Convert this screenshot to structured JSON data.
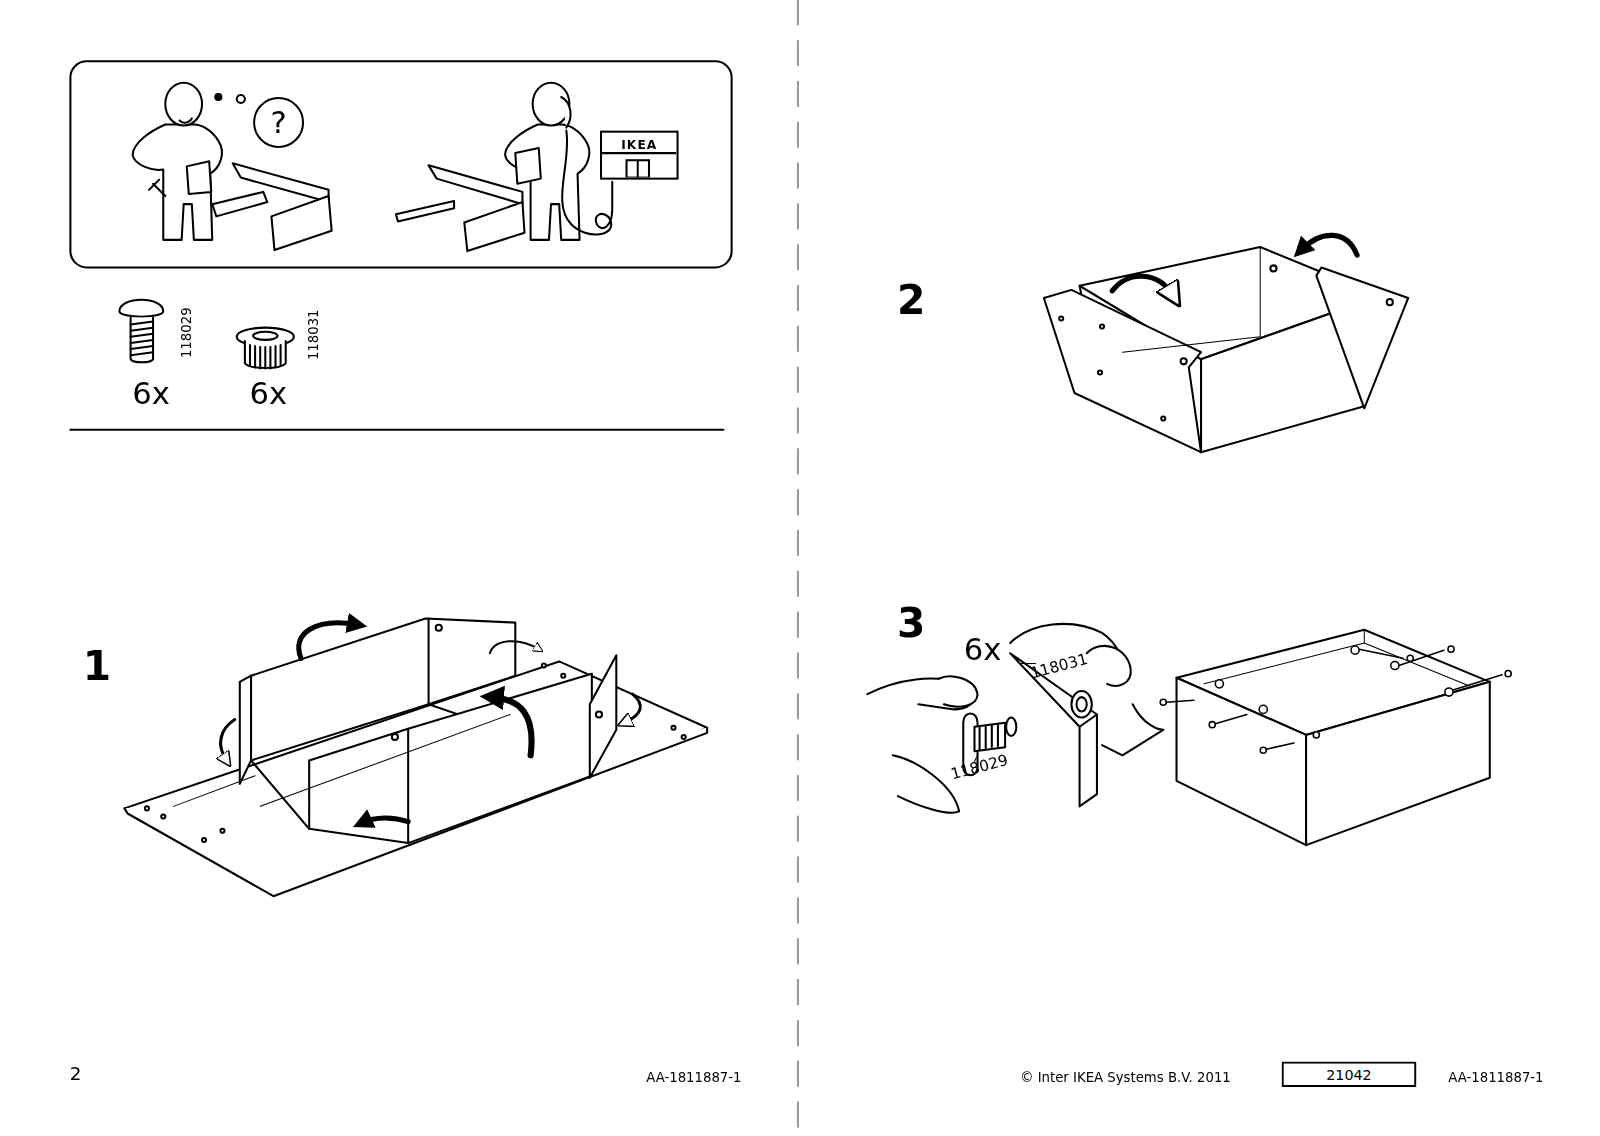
{
  "diagram": {
    "nodes": [
      {
        "text": [
          "?"
        ]
      },
      {
        "text": [
          "IKEA"
        ]
      },
      {
        "text": [
          "21042"
        ]
      }
    ],
    "labels": [
      "118029",
      "6x",
      "118031",
      "6x",
      "1",
      "2",
      "3",
      "6x",
      "118031",
      "118029",
      "2",
      "AA-1811887-1",
      "© Inter IKEA Systems B.V. 2011",
      "AA-1811887-1"
    ]
  }
}
